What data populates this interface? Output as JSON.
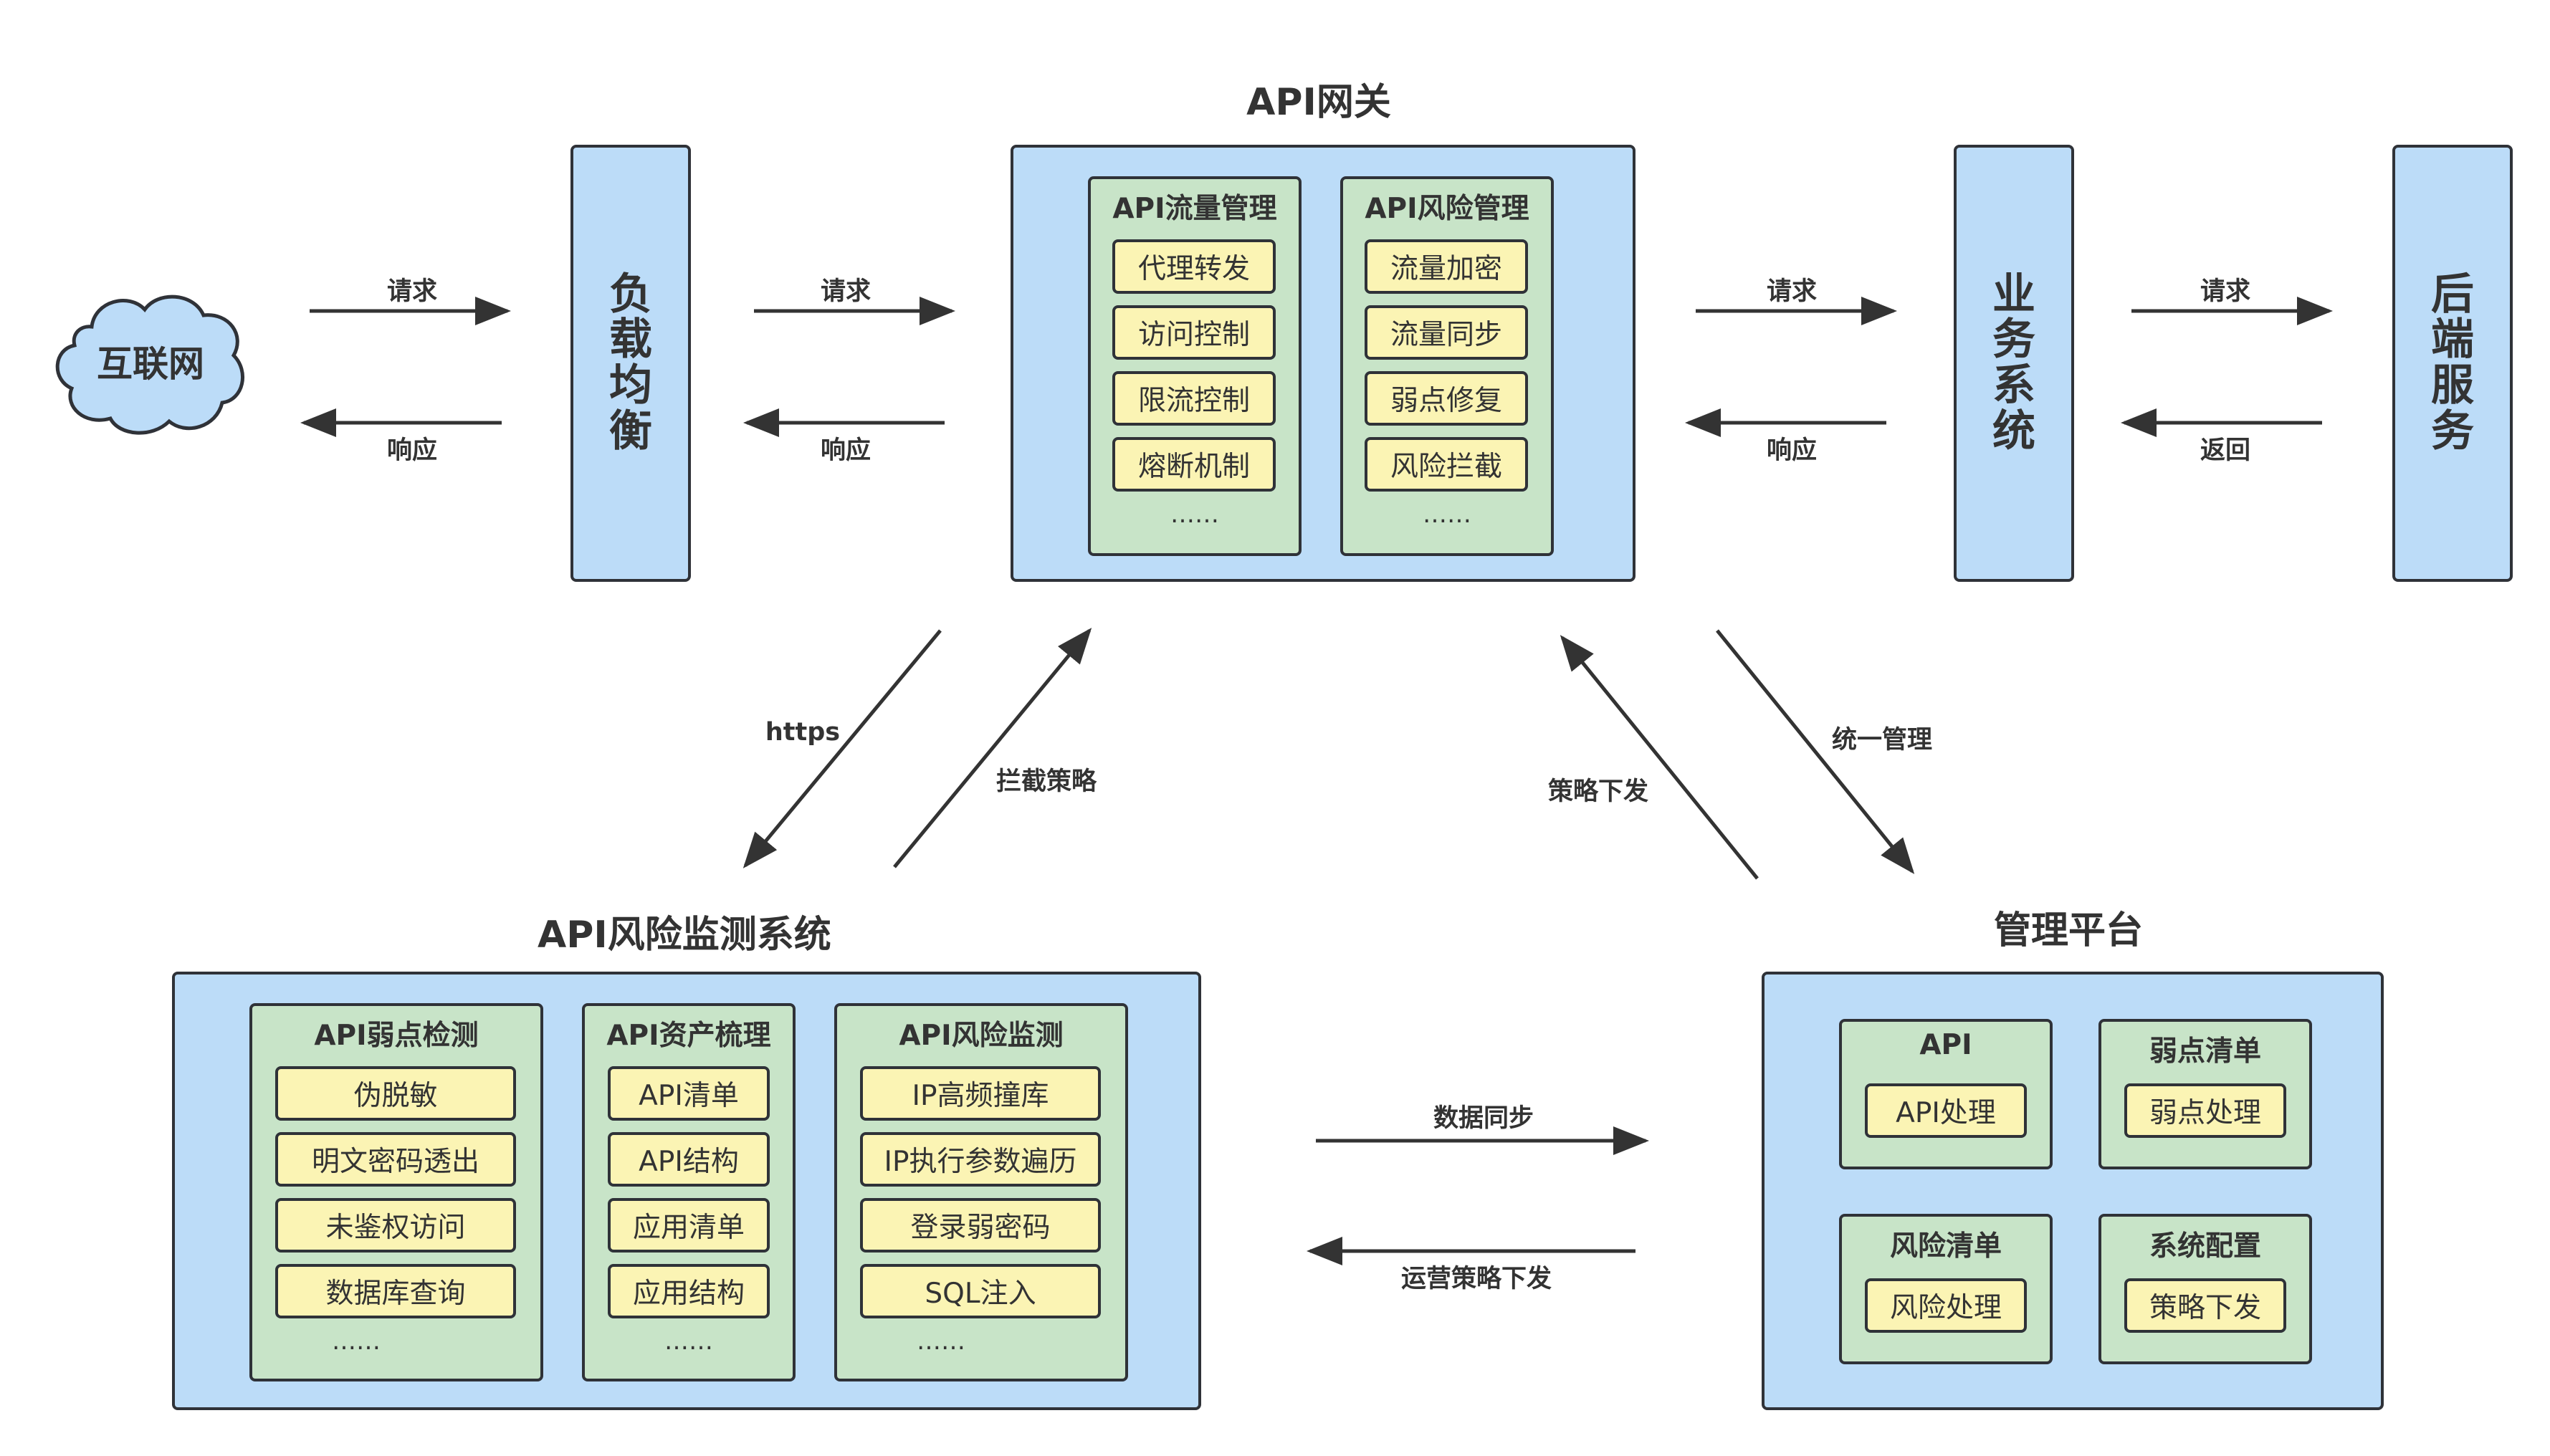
{
  "internet": "互联网",
  "load_balancer": [
    "负",
    "载",
    "均",
    "衡"
  ],
  "gateway": {
    "title": "API网关",
    "traffic": {
      "title": "API流量管理",
      "items": [
        "代理转发",
        "访问控制",
        "限流控制",
        "熔断机制"
      ],
      "more": "……"
    },
    "risk": {
      "title": "API风险管理",
      "items": [
        "流量加密",
        "流量同步",
        "弱点修复",
        "风险拦截"
      ],
      "more": "……"
    }
  },
  "business": [
    "业",
    "务",
    "系",
    "统"
  ],
  "backend": [
    "后",
    "端",
    "服",
    "务"
  ],
  "arrows": {
    "req1": "请求",
    "resp1": "响应",
    "req2": "请求",
    "resp2": "响应",
    "req3": "请求",
    "resp3": "响应",
    "req4": "请求",
    "ret4": "返回",
    "https": "https",
    "intercept": "拦截策略",
    "policy_down": "策略下发",
    "unified": "统一管理",
    "data_sync": "数据同步",
    "ops_policy": "运营策略下发"
  },
  "monitor": {
    "title": "API风险监测系统",
    "weak": {
      "title": "API弱点检测",
      "items": [
        "伪脱敏",
        "明文密码透出",
        "未鉴权访问",
        "数据库查询"
      ],
      "more": "……"
    },
    "asset": {
      "title": "API资产梳理",
      "items": [
        "API清单",
        "API结构",
        "应用清单",
        "应用结构"
      ],
      "more": "……"
    },
    "riskmon": {
      "title": "API风险监测",
      "items": [
        "IP高频撞库",
        "IP执行参数遍历",
        "登录弱密码",
        "SQL注入"
      ],
      "more": "……"
    }
  },
  "platform": {
    "title": "管理平台",
    "api": {
      "title": "API",
      "item": "API处理"
    },
    "weak": {
      "title": "弱点清单",
      "item": "弱点处理"
    },
    "risk": {
      "title": "风险清单",
      "item": "风险处理"
    },
    "config": {
      "title": "系统配置",
      "item": "策略下发"
    }
  },
  "colors": {
    "blue": "#bcdcf8",
    "green": "#c8e4c8",
    "yellow": "#fbf4b4",
    "stroke": "#2f3238"
  }
}
